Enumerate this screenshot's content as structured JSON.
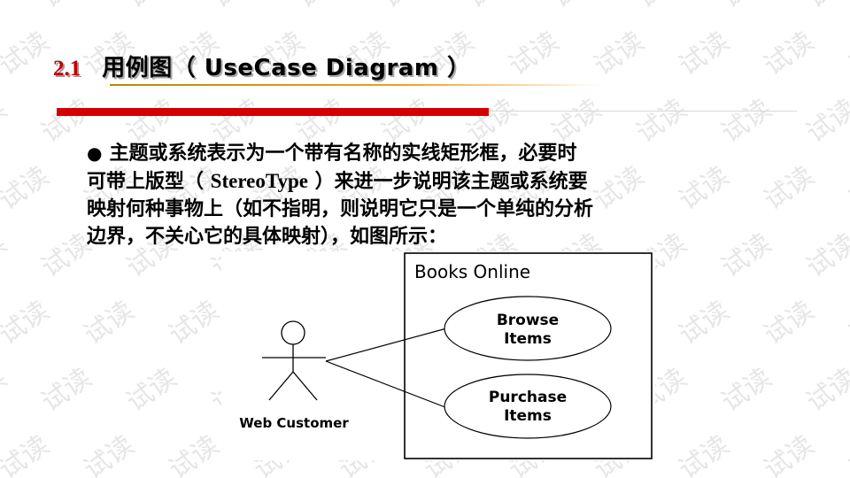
{
  "header": {
    "section_number": "2.1",
    "title": "用例图（ UseCase Diagram ）"
  },
  "body": {
    "bullet": "●",
    "line1": "主题或系统表示为一个带有名称的实线矩形框，必要时",
    "line2_a": "可带上版型（ ",
    "line2_b": "StereoType",
    "line2_c": " ）来进一步说明该主题或系统要",
    "line3": "映射何种事物上（如不指明，则说明它只是一个单纯的分析",
    "line4": "边界，不关心它的具体映射），如图所示："
  },
  "diagram": {
    "system_name": "Books Online",
    "actor_label": "Web Customer",
    "use_cases": [
      {
        "line1": "Browse",
        "line2": "Items"
      },
      {
        "line1": "Purchase",
        "line2": "Items"
      }
    ]
  },
  "watermark": {
    "text": "试读",
    "color": "#e6e6e6"
  },
  "colors": {
    "accent_red": "#d40000",
    "section_number": "#c00000"
  }
}
